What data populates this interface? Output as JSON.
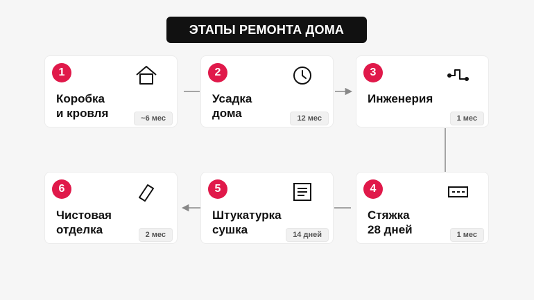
{
  "title": "ЭТАПЫ РЕМОНТА ДОМА",
  "colors": {
    "accent": "#e0194a",
    "title_bg": "#111111",
    "connector": "#888888"
  },
  "steps": [
    {
      "number": "1",
      "line1": "Коробка",
      "line2": "и кровля",
      "duration": "~6 мес",
      "icon": "house-icon"
    },
    {
      "number": "2",
      "line1": "Усадка",
      "line2": "дома",
      "duration": "12 мес",
      "icon": "clock-icon"
    },
    {
      "number": "3",
      "line1": "Инженерия",
      "line2": "",
      "duration": "1 мес",
      "icon": "pipe-icon"
    },
    {
      "number": "4",
      "line1": "Стяжка",
      "line2": "28 дней",
      "duration": "1 мес",
      "icon": "screed-icon"
    },
    {
      "number": "5",
      "line1": "Штукатурка",
      "line2": "сушка",
      "duration": "14 дней",
      "icon": "document-lines-icon"
    },
    {
      "number": "6",
      "line1": "Чистовая",
      "line2": "отделка",
      "duration": "2 мес",
      "icon": "tile-icon"
    }
  ]
}
